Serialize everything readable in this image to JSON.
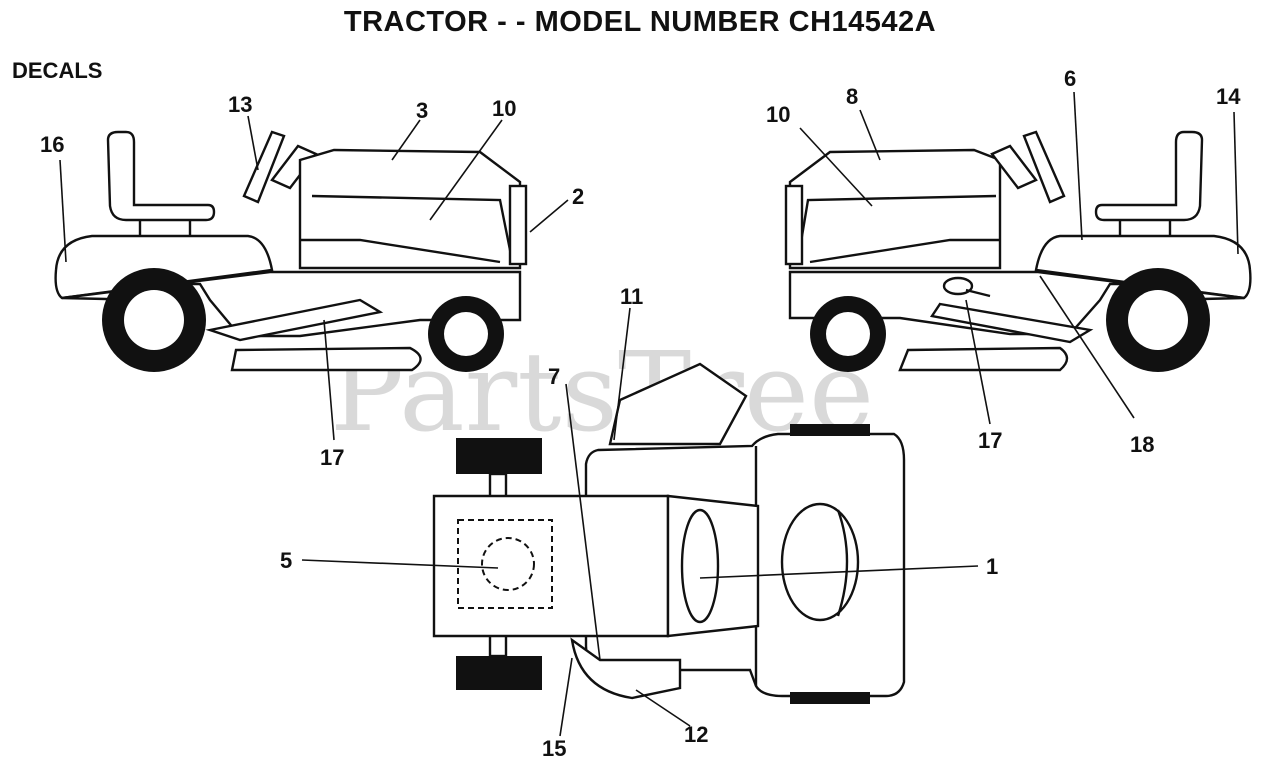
{
  "title": "TRACTOR - - MODEL NUMBER CH14542A",
  "section": "DECALS",
  "watermark": "PartsTree",
  "callouts": {
    "c16": "16",
    "c13": "13",
    "c3": "3",
    "c10a": "10",
    "c2": "2",
    "c17a": "17",
    "c10b": "10",
    "c8": "8",
    "c6": "6",
    "c14": "14",
    "c17b": "17",
    "c18": "18",
    "c11": "11",
    "c7": "7",
    "c5": "5",
    "c1": "1",
    "c15": "15",
    "c12": "12"
  }
}
